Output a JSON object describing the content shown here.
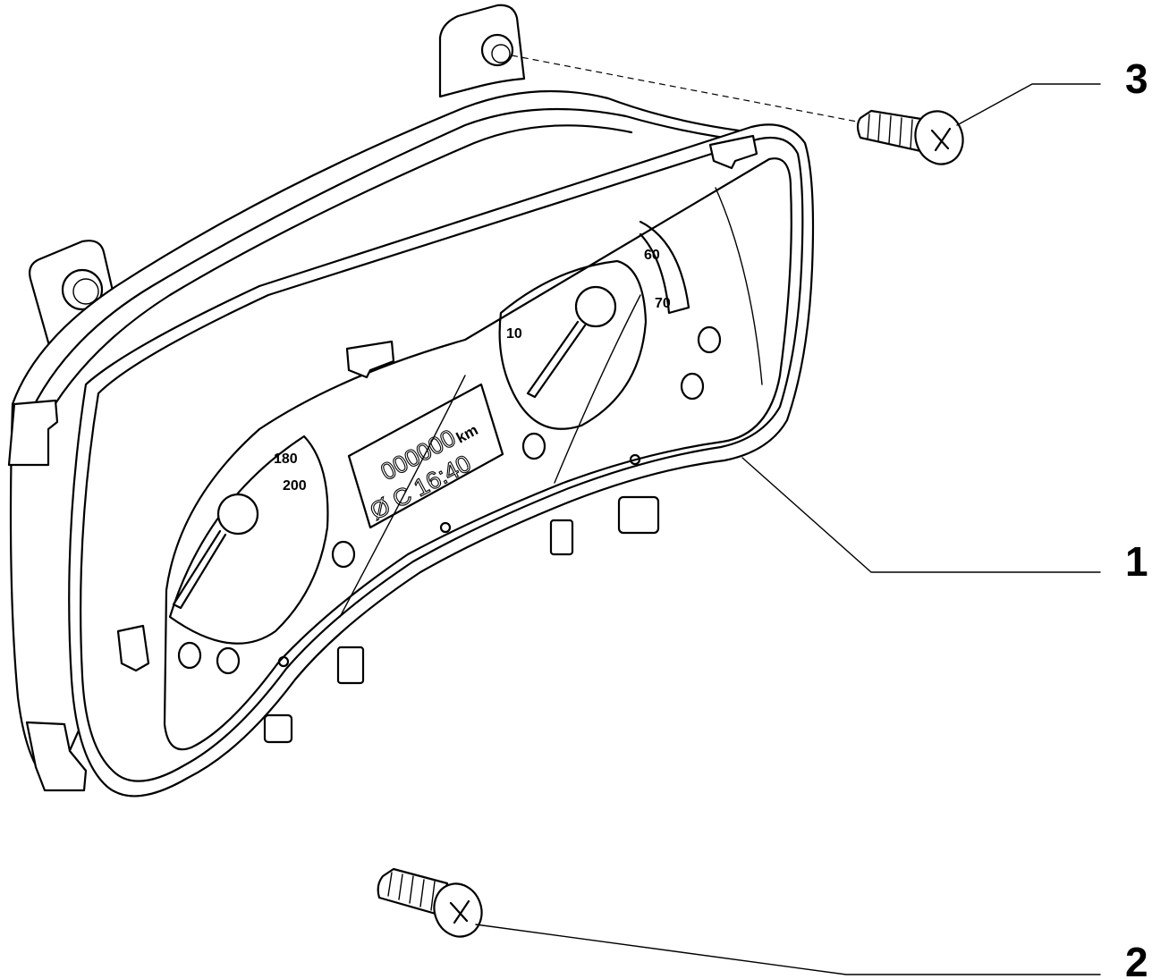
{
  "callouts": [
    {
      "id": "1",
      "label": "1"
    },
    {
      "id": "2",
      "label": "2"
    },
    {
      "id": "3",
      "label": "3"
    }
  ],
  "dials": {
    "left_scale": [
      "180",
      "200"
    ],
    "right_scale": [
      "10"
    ],
    "far_right_scale": [
      "60",
      "70"
    ]
  },
  "display": {
    "odometer": "000000",
    "unit": "km",
    "temp_clock": "Ø C 16:40"
  }
}
